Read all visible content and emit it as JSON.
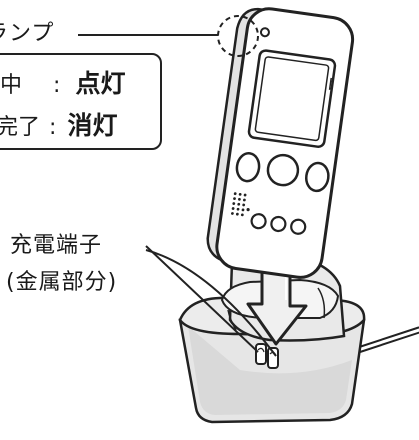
{
  "callouts": {
    "lamp_label": "ランプ",
    "status_rows": [
      {
        "state": "中",
        "separator": ":",
        "value": "点灯"
      },
      {
        "state": "完了",
        "separator": ":",
        "value": "消灯"
      }
    ],
    "terminal_label": "充電端子",
    "terminal_sub": "(金属部分)"
  },
  "colors": {
    "outline": "#222222",
    "device_body": "#ffffff",
    "cradle_fill": "#e6e6e6",
    "cradle_shadow": "#bdbdbd",
    "screen": "#ffffff",
    "arrow": "#222222",
    "arrow_fill": "#f0f0f0"
  }
}
